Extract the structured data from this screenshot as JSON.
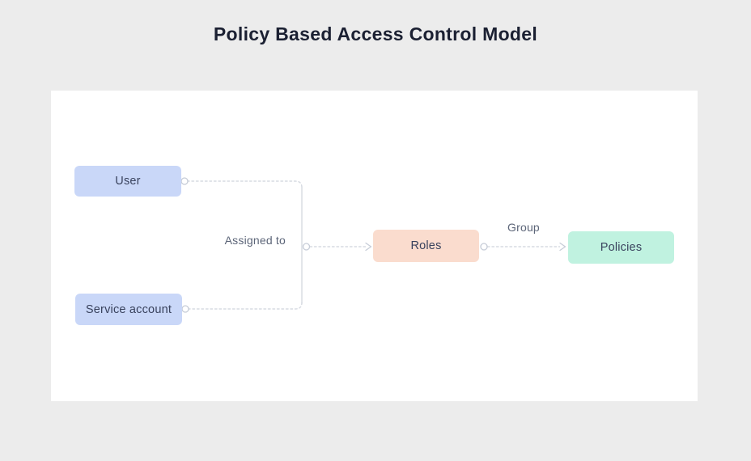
{
  "page": {
    "title": "Policy Based Access Control Model",
    "colors": {
      "background": "#ececec",
      "canvas": "#ffffff",
      "title_text": "#1b2032",
      "connector": "#d7dbe2",
      "connector_endpoint": "#c6ccd7",
      "edge_label_text": "#5c6578",
      "node_text": "#39425d"
    }
  },
  "diagram": {
    "nodes": [
      {
        "id": "user",
        "label": "User",
        "fill": "#c9d7f8"
      },
      {
        "id": "service-account",
        "label": "Service account",
        "fill": "#c9d7f8"
      },
      {
        "id": "roles",
        "label": "Roles",
        "fill": "#fadcce"
      },
      {
        "id": "policies",
        "label": "Policies",
        "fill": "#c0f2e0"
      }
    ],
    "edges": [
      {
        "from": "User",
        "to": "Roles",
        "label": "Assigned to"
      },
      {
        "from": "Service account",
        "to": "Roles",
        "label": "Assigned to"
      },
      {
        "from": "Roles",
        "to": "Policies",
        "label": "Group"
      }
    ],
    "edge_labels": [
      {
        "text": "Assigned to"
      },
      {
        "text": "Group"
      }
    ]
  }
}
